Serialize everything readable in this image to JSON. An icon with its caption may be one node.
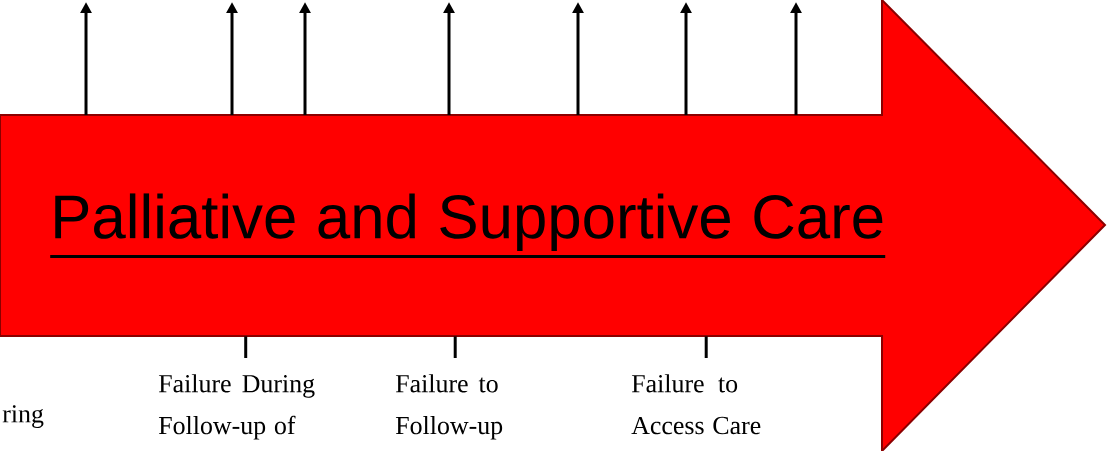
{
  "diagram": {
    "nodes": [
      {
        "text": [
          "Palliative and Supportive Care"
        ]
      },
      {
        "text": [
          "Failure During Follow-up of"
        ]
      },
      {
        "text": [
          "Failure to Follow-up"
        ]
      },
      {
        "text": [
          "Failure to Access Care"
        ]
      }
    ],
    "edges": [
      {
        "from": 0,
        "to": null,
        "arrow": "to"
      },
      {
        "from": 0,
        "to": null,
        "arrow": "to"
      },
      {
        "from": 0,
        "to": null,
        "arrow": "to"
      },
      {
        "from": 0,
        "to": null,
        "arrow": "to"
      },
      {
        "from": 0,
        "to": null,
        "arrow": "to"
      },
      {
        "from": 0,
        "to": null,
        "arrow": "to"
      },
      {
        "from": 0,
        "to": null,
        "arrow": "to"
      },
      {
        "from": 0,
        "to": 1,
        "arrow": "none"
      },
      {
        "from": 0,
        "to": 2,
        "arrow": "none"
      },
      {
        "from": 0,
        "to": 3,
        "arrow": "none"
      }
    ],
    "labels": [
      "ring"
    ]
  }
}
